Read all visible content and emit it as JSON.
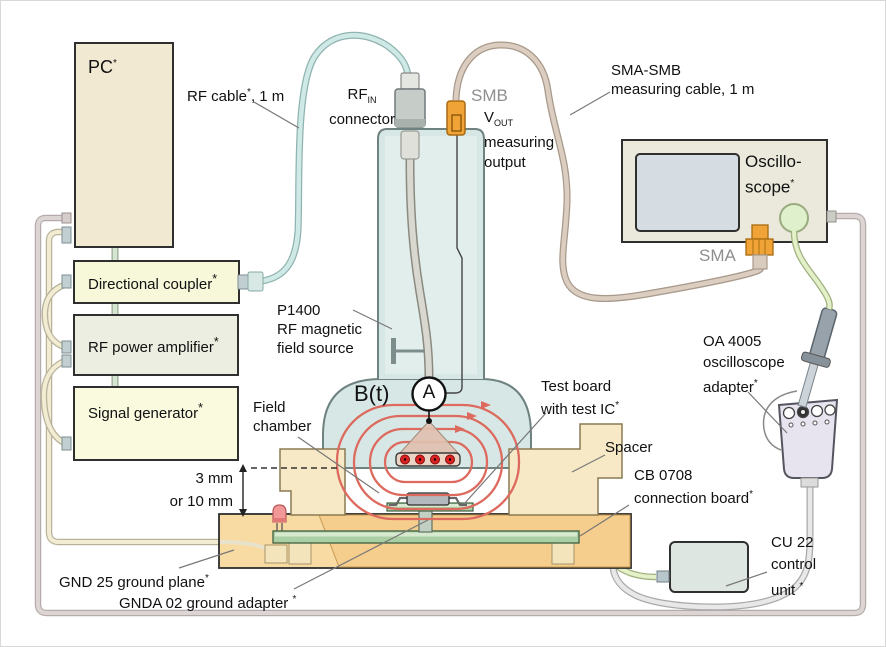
{
  "equipment": {
    "pc": "PC",
    "directional_coupler": "Directional coupler",
    "rf_power_amplifier": "RF power amplifier",
    "signal_generator": "Signal generator",
    "oscilloscope": {
      "line1": "Oscillo-",
      "line2": "scope"
    },
    "control_unit": {
      "line1": "CU 22",
      "line2": "control",
      "line3": "unit"
    },
    "field_source": {
      "line1": "P1400",
      "line2": "RF magnetic",
      "line3": "field source"
    },
    "oscilloscope_adapter": {
      "line1": "OA 4005",
      "line2": "oscilloscope",
      "line3": "adapter"
    },
    "connection_board": {
      "line1": "CB 0708",
      "line2": "connection board"
    },
    "ground_plane": "GND 25 ground plane",
    "ground_adapter": "GNDA 02 ground adapter"
  },
  "cables": {
    "rf_cable": {
      "pre": "RF cable",
      "post": ", 1 m"
    },
    "sma_smb": {
      "line1": "SMA-SMB",
      "line2": "measuring cable, 1 m"
    }
  },
  "connectors": {
    "rf_in": {
      "main": "RF",
      "sub": "IN",
      "line2": "connector"
    },
    "smb": "SMB",
    "sma": "SMA",
    "v_out": {
      "main": "V",
      "sub": "OUT",
      "line2": "measuring",
      "line3": "output"
    }
  },
  "annotations": {
    "b_field": "B(t)",
    "ammeter": "A",
    "test_board": {
      "line1": "Test board",
      "line2": "with test IC"
    },
    "field_chamber": {
      "line1": "Field",
      "line2": "chamber"
    },
    "spacer": "Spacer",
    "gap": {
      "line1": "3 mm",
      "line2": "or 10 mm"
    },
    "footnote_marker": "*"
  },
  "colors": {
    "rf_cable_blue": "#cfe9e6",
    "measuring_cable_tan": "#dbcec0",
    "control_cable_gray": "#e8e8e8",
    "usb_cable_lavender": "#ddd4d4",
    "ground_cable_cream": "#f1ecd2",
    "probe_cable_green": "#e4f0c8",
    "smb_sma_orange": "#f0a438",
    "field_line_red": "#dd6a5e",
    "chamber_blue": "#d7e7e5",
    "ground_plane_tan": "#f8dba2",
    "pcb_green": "#abcfa4"
  }
}
